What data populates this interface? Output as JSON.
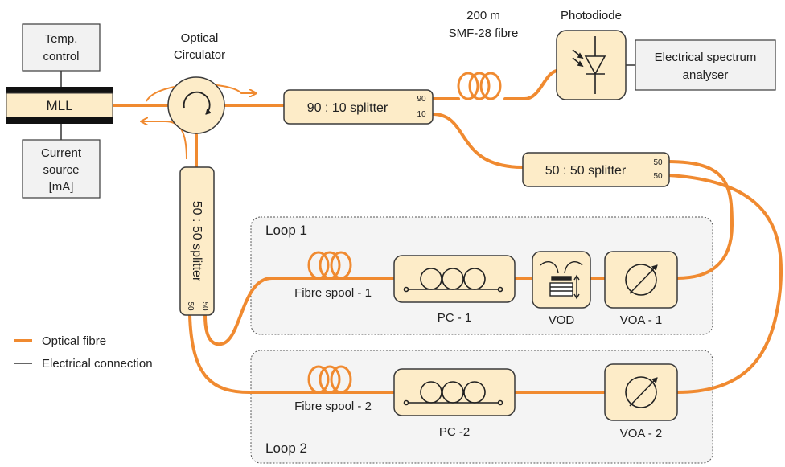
{
  "colors": {
    "fibre": "#f08a30",
    "component_fill": "#fdecc8",
    "component_stroke": "#3a3a3a",
    "box_fill": "#f2f2f2",
    "loop_fill": "#f4f4f4",
    "laser_bar": "#111111"
  },
  "blocks": {
    "temp_control": [
      "Temp.",
      "control"
    ],
    "mll": "MLL",
    "current_source": [
      "Current",
      "source",
      "[mA]"
    ],
    "circulator": [
      "Optical",
      "Circulator"
    ],
    "splitter_90_10": "90 : 10 splitter",
    "port_90": "90",
    "port_10": "10",
    "fibre_200m": [
      "200 m",
      "SMF-28 fibre"
    ],
    "photodiode": "Photodiode",
    "esa": [
      "Electrical spectrum",
      "analyser"
    ],
    "splitter_50_50_right": "50 : 50 splitter",
    "port_50_a": "50",
    "port_50_b": "50",
    "splitter_50_50_vertical": "50 : 50 splitter",
    "port_50_c": "50",
    "port_50_d": "50"
  },
  "loops": {
    "loop1": {
      "title": "Loop 1",
      "spool": "Fibre spool - 1",
      "pc": "PC - 1",
      "vod": "VOD",
      "voa": "VOA - 1"
    },
    "loop2": {
      "title": "Loop 2",
      "spool": "Fibre spool - 2",
      "pc": "PC -2",
      "voa": "VOA - 2"
    }
  },
  "legend": {
    "optical": "Optical fibre",
    "electrical": "Electrical connection"
  },
  "icons": {
    "coil": "fibre-coil-icon",
    "pc": "polarization-controller-icon",
    "voa": "variable-attenuator-icon",
    "photodiode": "photodiode-icon",
    "vod": "variable-optical-delay-icon"
  }
}
